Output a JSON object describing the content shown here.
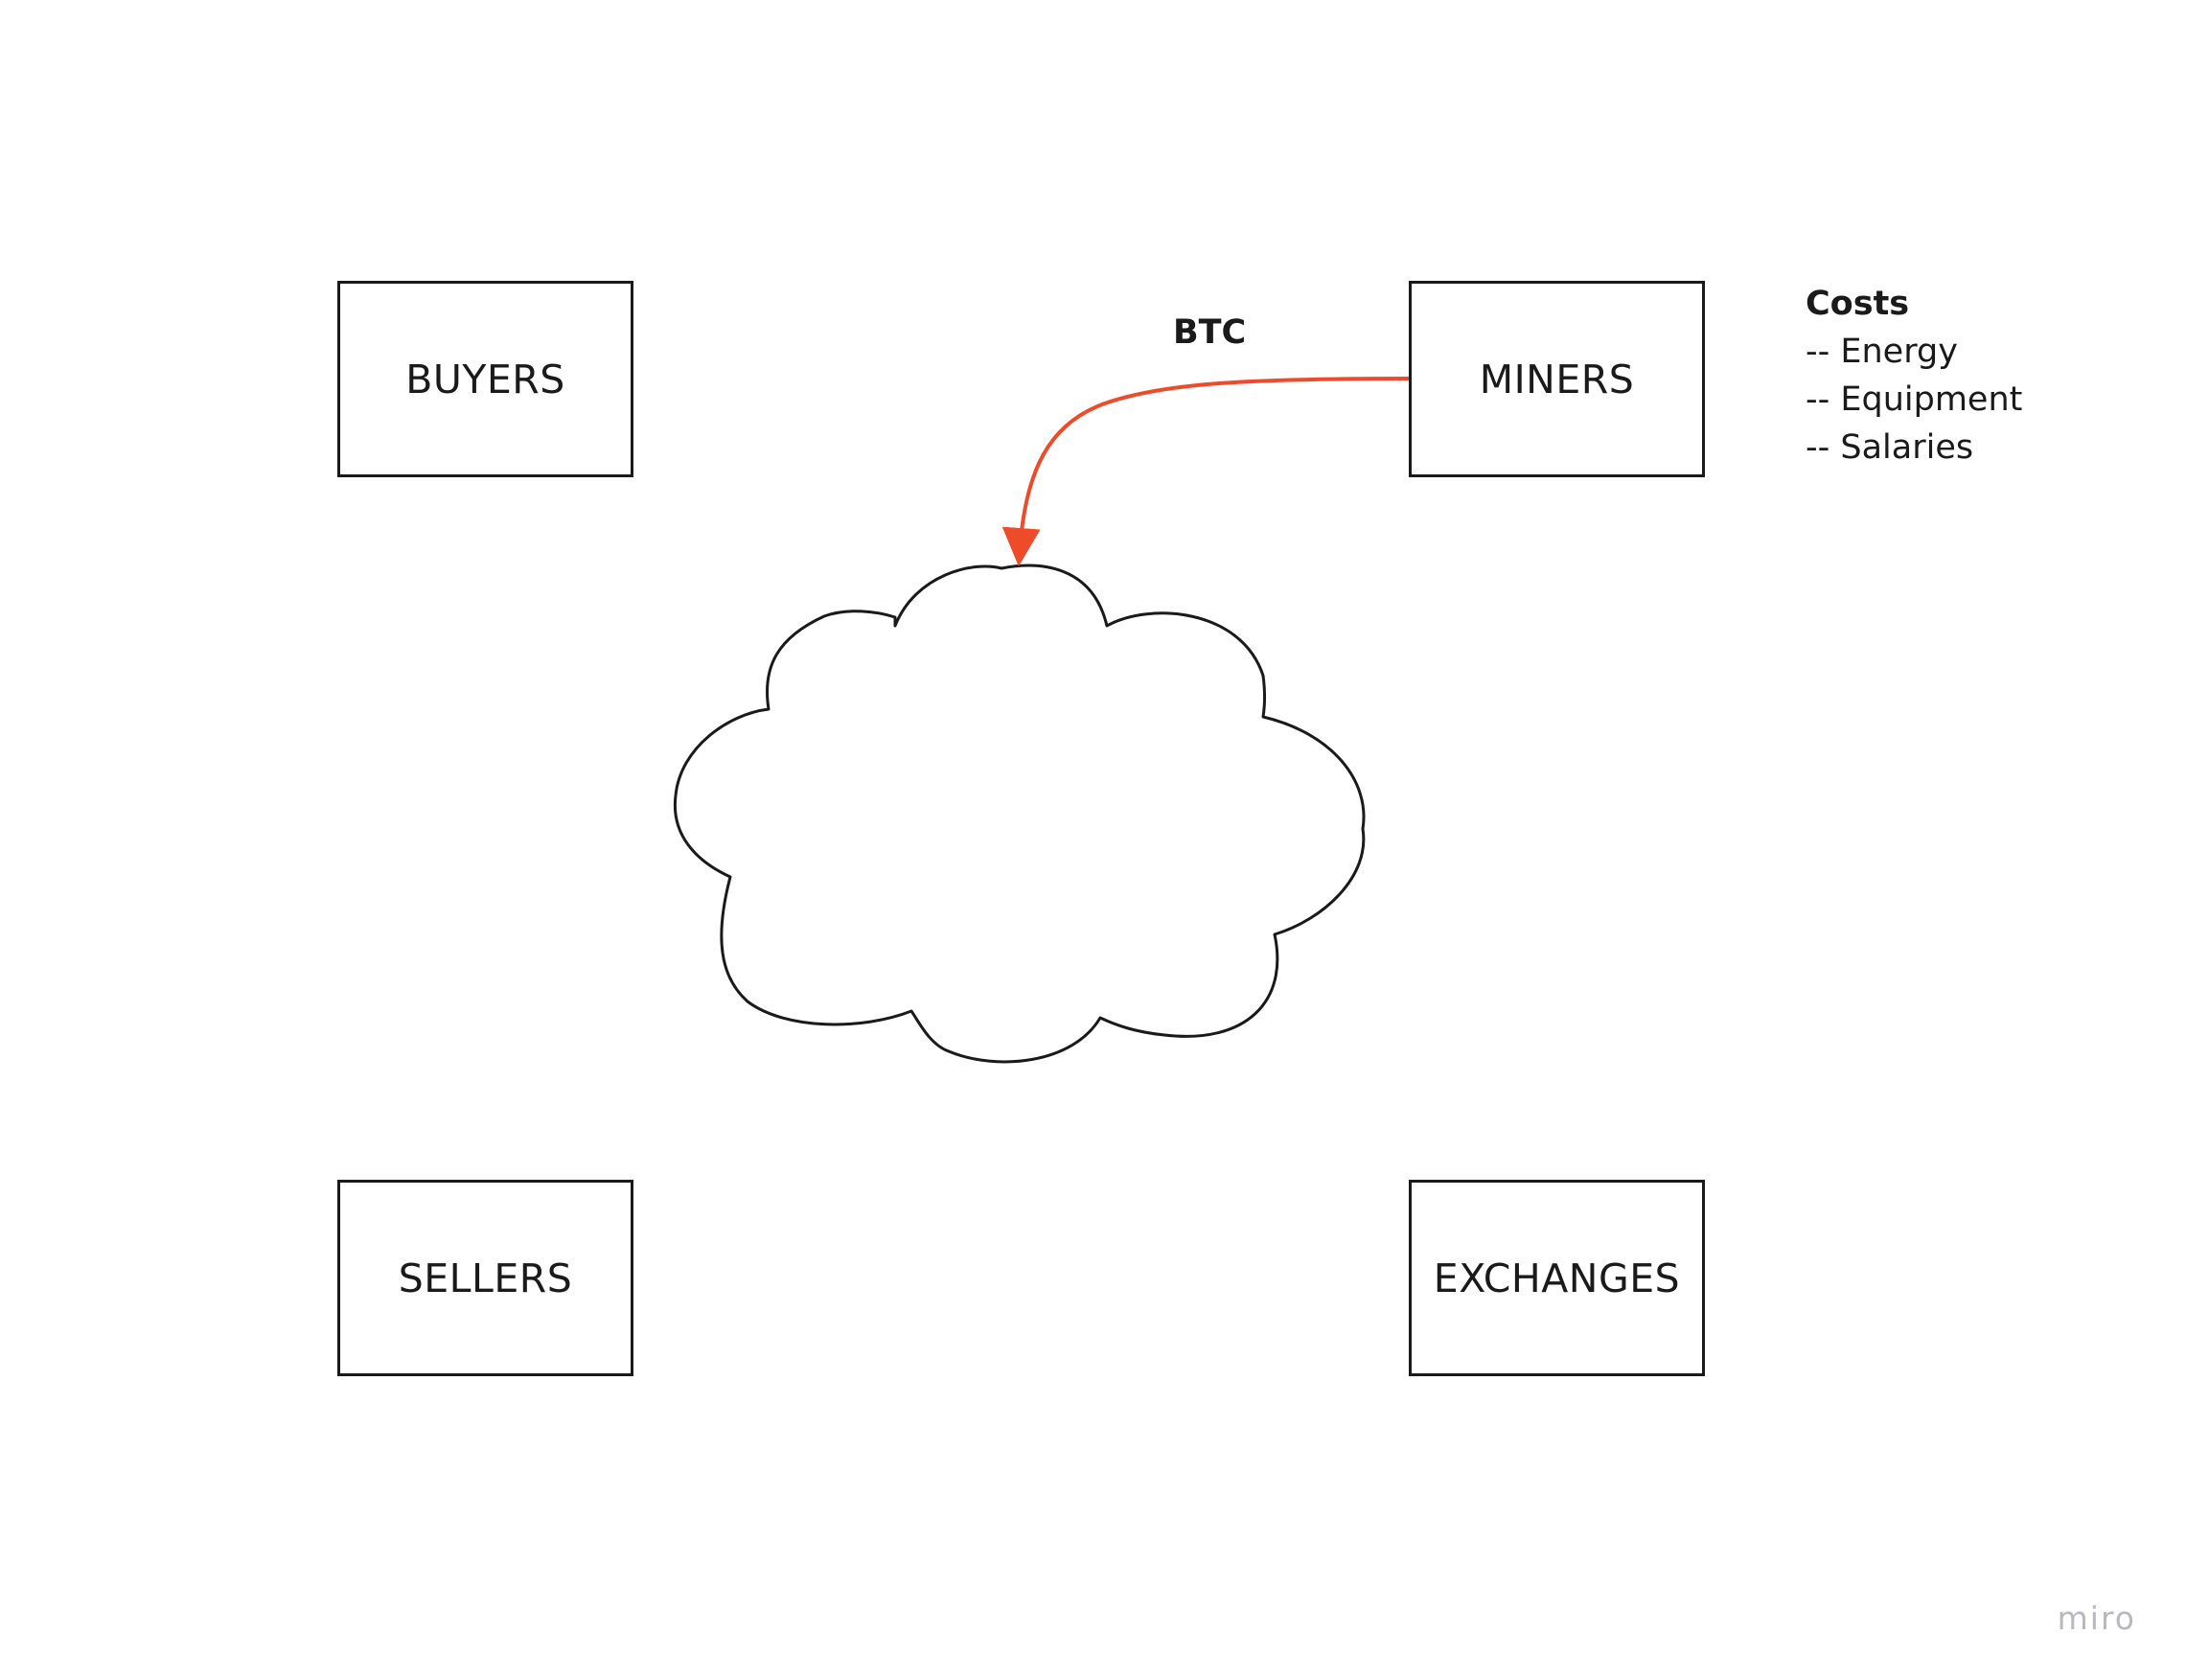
{
  "nodes": {
    "buyers": "BUYERS",
    "miners": "MINERS",
    "sellers": "SELLERS",
    "exchanges": "EXCHANGES"
  },
  "edge": {
    "label": "BTC",
    "color": "#ee4b2b"
  },
  "costs": {
    "title": "Costs",
    "items": [
      "-- Energy",
      "-- Equipment",
      "-- Salaries"
    ]
  },
  "watermark": "miro"
}
